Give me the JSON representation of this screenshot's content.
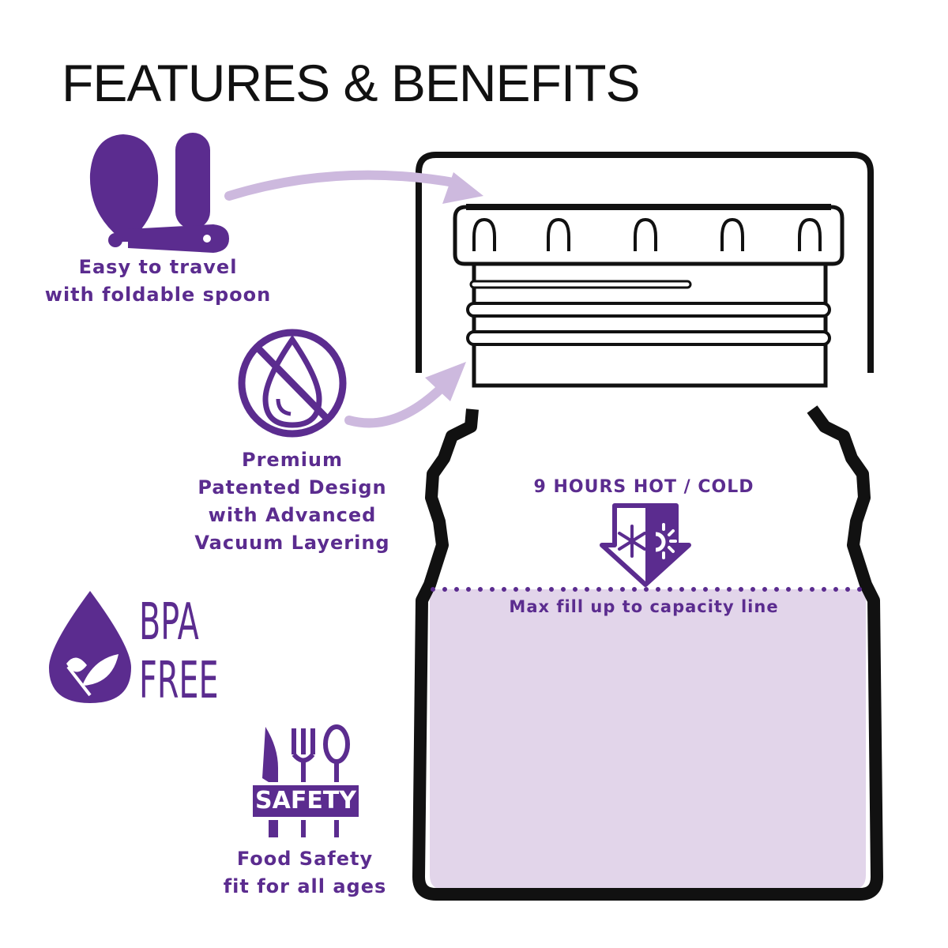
{
  "title": "FEATURES & BENEFITS",
  "features": {
    "spoon": {
      "line1": "Easy to travel",
      "line2": "with foldable spoon",
      "icon": "foldable-spoon-icon"
    },
    "vacuum": {
      "line1": "Premium",
      "line2": "Patented Design",
      "line3": "with Advanced",
      "line4": "Vacuum Layering",
      "icon": "no-leak-drop-icon"
    },
    "bpa": {
      "line1": "BPA",
      "line2": "FREE",
      "icon": "leaf-drop-icon"
    },
    "safety": {
      "badge": "SAFETY",
      "line1": "Food Safety",
      "line2": "fit for all ages",
      "icon": "cutlery-icon"
    }
  },
  "jar": {
    "temperature": "9 HOURS HOT / COLD",
    "fill_line": "Max fill up to capacity line",
    "icon": "hot-cold-arrow-icon"
  },
  "colors": {
    "purple": "#5b2c8f",
    "lavender": "#e2d5ea",
    "arrow": "#cdb9de",
    "outline": "#111111"
  }
}
